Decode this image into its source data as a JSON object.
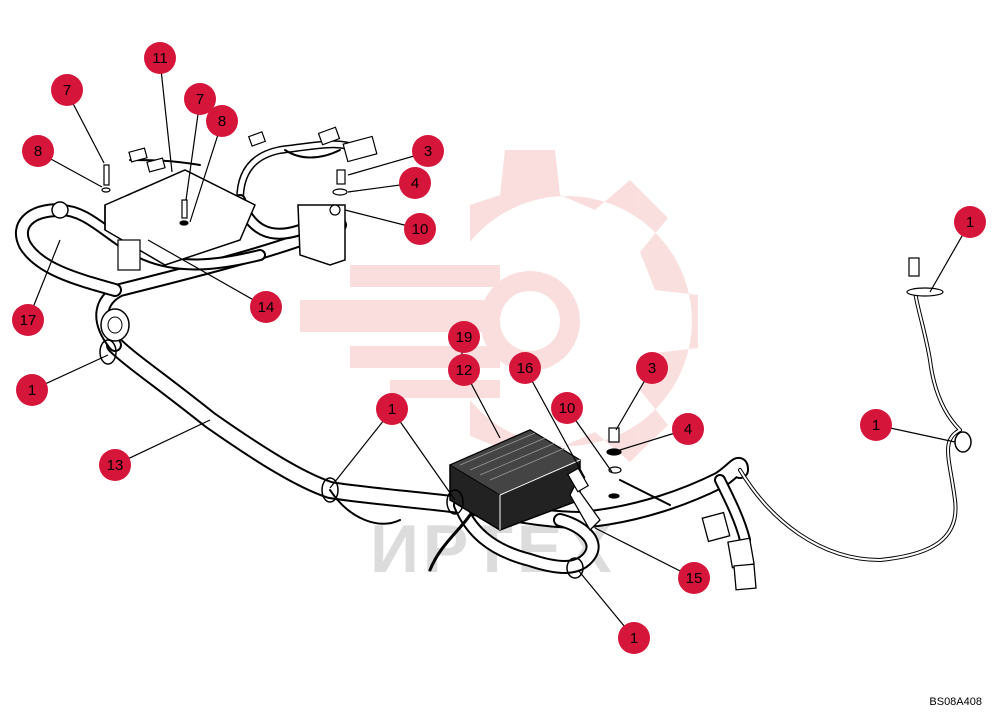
{
  "diagram": {
    "title": "",
    "reference_code": "BS08A408",
    "watermark_text": "ИРТЕХ",
    "accent_color": "#d6153a",
    "watermark_color": "#f3b8b8",
    "callouts": [
      {
        "id": "c1",
        "label": "11"
      },
      {
        "id": "c2",
        "label": "7"
      },
      {
        "id": "c3",
        "label": "7"
      },
      {
        "id": "c4",
        "label": "8"
      },
      {
        "id": "c5",
        "label": "8"
      },
      {
        "id": "c6",
        "label": "3"
      },
      {
        "id": "c7",
        "label": "4"
      },
      {
        "id": "c8",
        "label": "10"
      },
      {
        "id": "c9",
        "label": "17"
      },
      {
        "id": "c10",
        "label": "14"
      },
      {
        "id": "c11",
        "label": "1"
      },
      {
        "id": "c12",
        "label": "1"
      },
      {
        "id": "c13",
        "label": "13"
      },
      {
        "id": "c14",
        "label": "19"
      },
      {
        "id": "c15",
        "label": "12"
      },
      {
        "id": "c16",
        "label": "16"
      },
      {
        "id": "c17",
        "label": "10"
      },
      {
        "id": "c18",
        "label": "3"
      },
      {
        "id": "c19",
        "label": "4"
      },
      {
        "id": "c20",
        "label": "1"
      },
      {
        "id": "c21",
        "label": "1"
      },
      {
        "id": "c22",
        "label": "1"
      },
      {
        "id": "c23",
        "label": "15"
      }
    ]
  }
}
